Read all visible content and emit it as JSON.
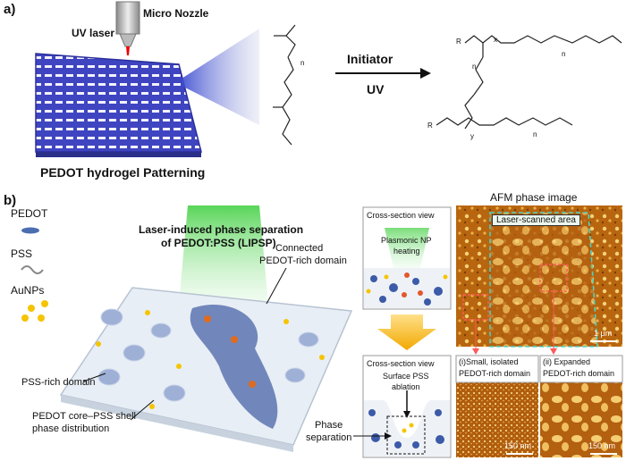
{
  "panel_a": {
    "label": "a)",
    "micro_nozzle": "Micro Nozzle",
    "uv_laser": "UV laser",
    "patterning_caption": "PEDOT hydrogel Patterning",
    "initiator": "Initiator",
    "uv": "UV",
    "monomer_labels": {
      "n": "n"
    },
    "product_labels": {
      "r_top": "R",
      "x": "x",
      "n_top": "n",
      "n_mid": "n",
      "r_bottom": "R",
      "y": "y",
      "n_bottom": "n"
    }
  },
  "panel_b": {
    "label": "b)",
    "legend": {
      "pedot": "PEDOT",
      "pss": "PSS",
      "aunps": "AuNPs"
    },
    "lipsp_line1": "Laser-induced phase separation",
    "lipsp_line2": "of PEDOT:PSS (LIPSP)",
    "connected_line1": "Connected",
    "connected_line2": "PEDOT-rich domain",
    "pss_rich": "PSS-rich domain",
    "core_shell_line1": "PEDOT core–PSS shell",
    "core_shell_line2": "phase distribution",
    "cross_section_top": "Cross-section view",
    "plasmonic_line1": "Plasmonic NP",
    "plasmonic_line2": "heating",
    "cross_section_bottom": "Cross-section view",
    "ablation_line1": "Surface PSS",
    "ablation_line2": "ablation",
    "phase_line1": "Phase",
    "phase_line2": "separation",
    "afm_title": "AFM phase image",
    "laser_scanned": "Laser-scanned area",
    "scale_main": "1 μm",
    "sub_i_line1": "(i)Small, isolated",
    "sub_i_line2": "PEDOT-rich domain",
    "sub_ii_line1": "(ii)  Expanded",
    "sub_ii_line2": "PEDOT-rich domain",
    "scale_i": "150 nm",
    "scale_ii": "150 nm"
  },
  "colors": {
    "grid_blue": "#3a3fb8",
    "laser_green": "#5fd35f",
    "afm_orange": "#c8741a",
    "gold": "#f5c400"
  }
}
